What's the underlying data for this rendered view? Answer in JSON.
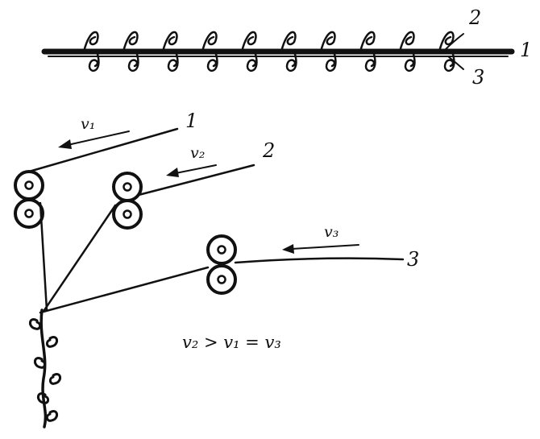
{
  "top_yarn": {
    "labels": {
      "core": "1",
      "effect": "2",
      "binder": "3"
    }
  },
  "feed_paths": [
    {
      "label": "1",
      "speed_label": "v₁"
    },
    {
      "label": "2",
      "speed_label": "v₂"
    },
    {
      "label": "3",
      "speed_label": "v₃"
    }
  ],
  "relation": "v₂ > v₁ = v₃",
  "colors": {
    "ink": "#111111",
    "paper": "#ffffff"
  }
}
